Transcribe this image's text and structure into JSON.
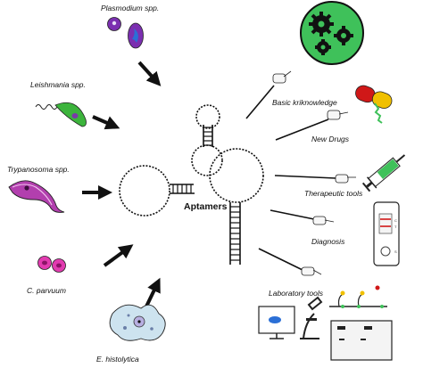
{
  "diagram": {
    "center_label": "Aptamers",
    "pathogens": [
      {
        "name": "Plasmodium spp.",
        "icon": "plasmodium-cells-icon"
      },
      {
        "name": "Leishmania spp.",
        "icon": "leishmania-parasite-icon"
      },
      {
        "name": "Trypanosoma spp.",
        "icon": "trypanosoma-parasite-icon"
      },
      {
        "name": "C. parvuum",
        "icon": "cryptosporidium-oocysts-icon"
      },
      {
        "name": "E. histolytica",
        "icon": "entamoeba-cell-icon"
      }
    ],
    "applications": [
      {
        "name": "Basic kriknowledge",
        "icon": "gears-icon"
      },
      {
        "name": "New Drugs",
        "icon": "capsule-icon"
      },
      {
        "name": "Therapeutic tools",
        "icon": "syringe-icon"
      },
      {
        "name": "Diagnosis",
        "icon": "test-strip-icon"
      },
      {
        "name": "Laboratory tools",
        "icon": "lab-equipment-icon"
      }
    ],
    "test_strip_marks": [
      "C",
      "T",
      "S"
    ],
    "colors": {
      "plasmodium": "#7b2fb0",
      "plasmodium_nucleus": "#2b6fd6",
      "leishmania": "#3cb43c",
      "leishmania_nucleus": "#7a3aa8",
      "trypanosoma": "#b23fae",
      "cryptosporidium": "#e23bb0",
      "entamoeba": "#cde3ef",
      "gear_bg": "#3fc15a",
      "capsule_red": "#d01818",
      "capsule_yellow": "#f0c000",
      "syringe_fluid": "#3fc15a",
      "strip_line": "#d01818"
    }
  }
}
